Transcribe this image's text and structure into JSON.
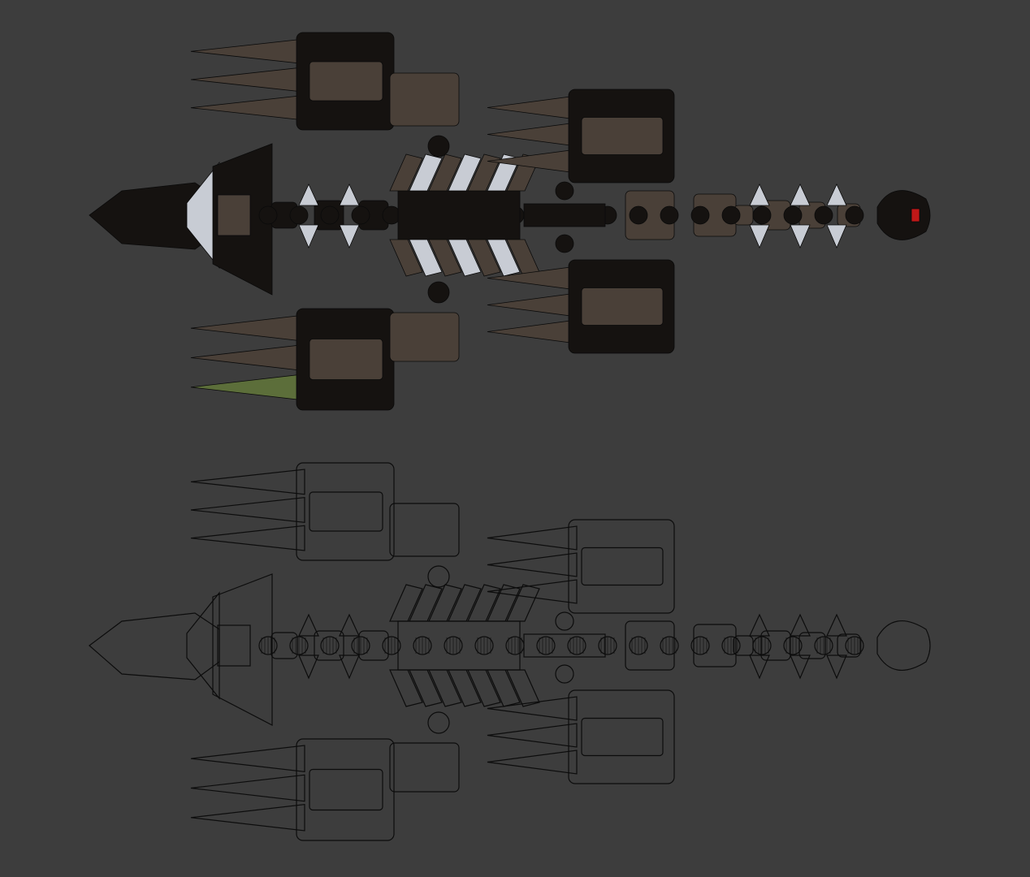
{
  "scene": {
    "background_color": "#3d3d3d",
    "views": [
      {
        "name": "shaded-render",
        "mode": "shaded"
      },
      {
        "name": "wireframe-render",
        "mode": "wireframe"
      }
    ],
    "colors": {
      "body_dark": "#151210",
      "body_mid": "#4a4038",
      "highlight": "#c8ccd4",
      "accent_green": "#5c6e3a",
      "accent_red": "#c01818",
      "wire": "#0c0c0c"
    }
  }
}
